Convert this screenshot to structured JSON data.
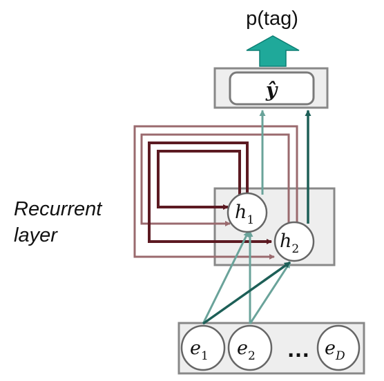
{
  "output": {
    "label": "p(tag)",
    "y_hat": "ŷ",
    "arrow_color": "#1fa99a"
  },
  "side_label": {
    "line1": "Recurrent",
    "line2": "layer"
  },
  "hidden": {
    "h1": {
      "base": "h",
      "sub": "1"
    },
    "h2": {
      "base": "h",
      "sub": "2"
    }
  },
  "inputs": {
    "e1": {
      "base": "e",
      "sub": "1"
    },
    "e2": {
      "base": "e",
      "sub": "2"
    },
    "ellipsis": "…",
    "eD": {
      "base": "e",
      "sub": "D"
    }
  },
  "colors": {
    "dark_red": "#5c1a22",
    "light_red": "#9a6a6e",
    "dark_teal": "#1d5f57",
    "light_teal": "#6aa39a",
    "box_fill": "#eeeeee",
    "box_stroke": "#888888"
  }
}
